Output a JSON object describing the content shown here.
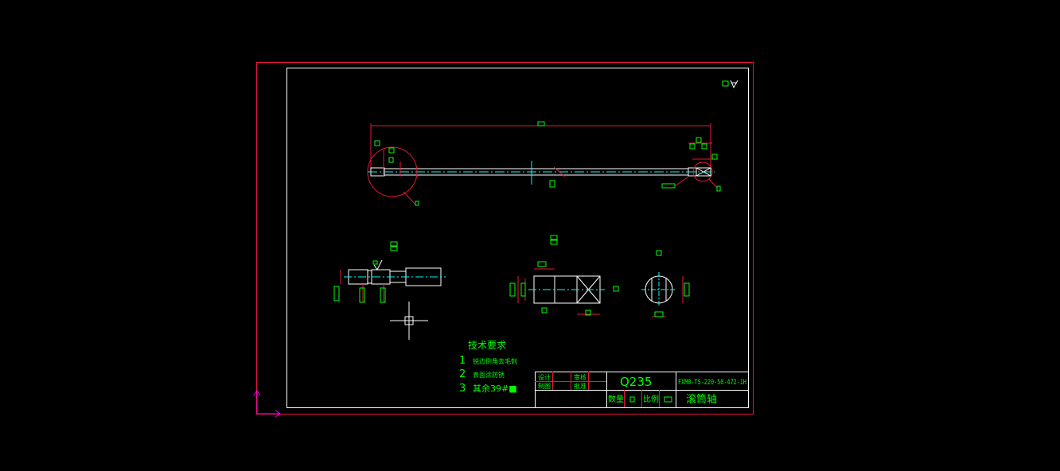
{
  "drawing": {
    "title_block": {
      "material": "Q235",
      "drawing_number": "FXM0-TS-220-50-472-1H",
      "part_name": "滚筒轴",
      "quantity_label": "数量",
      "scale_label": "比例",
      "cells_top_left": [
        "设计",
        "审核",
        "制图",
        "批准"
      ]
    },
    "tech_req": {
      "heading": "技术要求",
      "items": [
        {
          "num": "1",
          "text": "锐边倒角去毛刺"
        },
        {
          "num": "2",
          "text": "表面涂防锈"
        },
        {
          "num": "3",
          "text": "其余39#■"
        }
      ]
    },
    "colors": {
      "background": "#000000",
      "border": "#e8173a",
      "lines": "#ffffff",
      "text": "#00ff00",
      "center": "#00ffff",
      "ucs": "#ff00ff"
    }
  }
}
